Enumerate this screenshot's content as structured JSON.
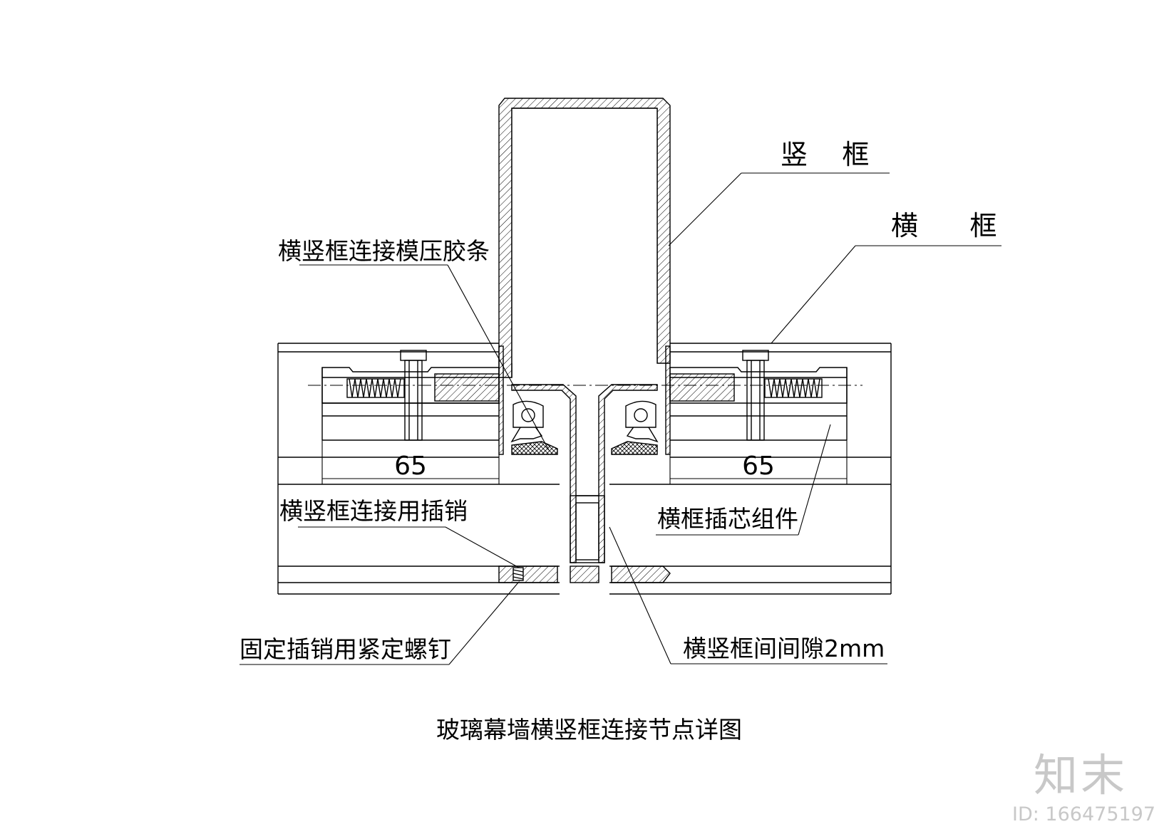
{
  "labels": {
    "mullion": "竖    框",
    "transom": "横      框",
    "molded_gasket": "横竖框连接模压胶条",
    "connection_pin": "横竖框连接用插销",
    "transom_insert_assembly": "横框插芯组件",
    "set_screw": "固定插销用紧定螺钉",
    "gap": "横竖框间间隙2mm"
  },
  "dimensions": {
    "left": "65",
    "right": "65"
  },
  "caption": "玻璃幕墙横竖框连接节点详图",
  "watermark": {
    "brand": "知末",
    "id_text": "ID: 166475197"
  }
}
